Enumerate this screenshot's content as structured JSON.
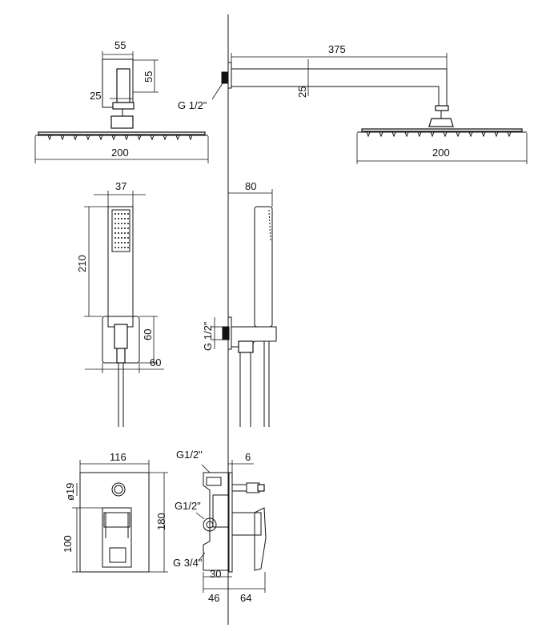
{
  "dimensions": {
    "wall_mount_width": "55",
    "wall_mount_height": "55",
    "wall_mount_depth": "25",
    "head_left_width": "200",
    "arm_length": "375",
    "arm_drop": "25",
    "arm_thread": "G 1/2\"",
    "head_right_width": "200",
    "hand_shower_width": "37",
    "hand_shower_length": "210",
    "holder_height": "60",
    "holder_width": "60",
    "hand_side_depth": "80",
    "hand_thread": "G 1/2\"",
    "valve_plate_width": "116",
    "valve_button_dia": "ø19",
    "valve_lower_height": "100",
    "valve_plate_height": "180",
    "valve_thread_top": "G1/2\"",
    "valve_cover_thickness": "6",
    "valve_thread_mid": "G1/2\"",
    "valve_thread_bottom": "G 3/4\"",
    "valve_projection": "30",
    "valve_body_depth": "46",
    "valve_lever_depth": "64"
  }
}
